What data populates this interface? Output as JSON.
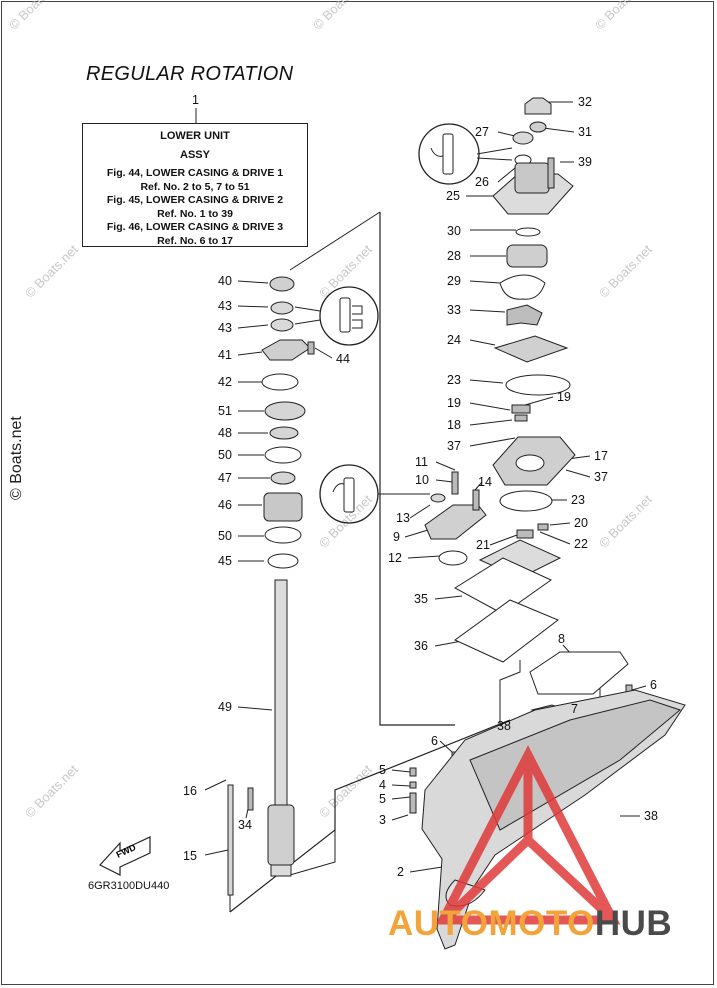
{
  "title": "REGULAR ROTATION",
  "ref_box": {
    "line1": "LOWER UNIT",
    "line2": "ASSY",
    "line3": "Fig. 44, LOWER CASING & DRIVE 1",
    "line4": "Ref. No. 2 to 5, 7 to 51",
    "line5": "Fig. 45, LOWER CASING & DRIVE 2",
    "line6": "Ref. No. 1 to 39",
    "line7": "Fig. 46, LOWER CASING & DRIVE 3",
    "line8": "Ref. No. 6 to 17"
  },
  "diagram_code": "6GR3100DU440",
  "fwd_label": "FWD",
  "watermark": "© Boats.net",
  "side_watermark": "© Boats.net",
  "logo": {
    "part1": "AUTOMOTO",
    "part2": "HUB"
  },
  "colors": {
    "line": "#222222",
    "logo_orange": "#f2a33a",
    "logo_grey": "#4a4a4a",
    "logo_red": "#e03a3a",
    "watermark": "#c8c8c8"
  },
  "part_numbers": {
    "n1": "1",
    "n2": "2",
    "n3": "3",
    "n4": "4",
    "n5a": "5",
    "n5b": "5",
    "n6a": "6",
    "n6b": "6",
    "n7": "7",
    "n8": "8",
    "n9": "9",
    "n10": "10",
    "n11": "11",
    "n12": "12",
    "n13": "13",
    "n14": "14",
    "n15": "15",
    "n16": "16",
    "n17": "17",
    "n18": "18",
    "n19a": "19",
    "n19b": "19",
    "n20": "20",
    "n21": "21",
    "n22": "22",
    "n23a": "23",
    "n23b": "23",
    "n24": "24",
    "n25": "25",
    "n26": "26",
    "n27": "27",
    "n28": "28",
    "n29": "29",
    "n30": "30",
    "n31": "31",
    "n32": "32",
    "n33": "33",
    "n34": "34",
    "n35": "35",
    "n36": "36",
    "n37a": "37",
    "n37b": "37",
    "n38a": "38",
    "n38b": "38",
    "n39": "39",
    "n40": "40",
    "n41": "41",
    "n42": "42",
    "n43a": "43",
    "n43b": "43",
    "n44": "44",
    "n45": "45",
    "n46": "46",
    "n47": "47",
    "n48": "48",
    "n49": "49",
    "n50a": "50",
    "n50b": "50",
    "n51": "51"
  }
}
